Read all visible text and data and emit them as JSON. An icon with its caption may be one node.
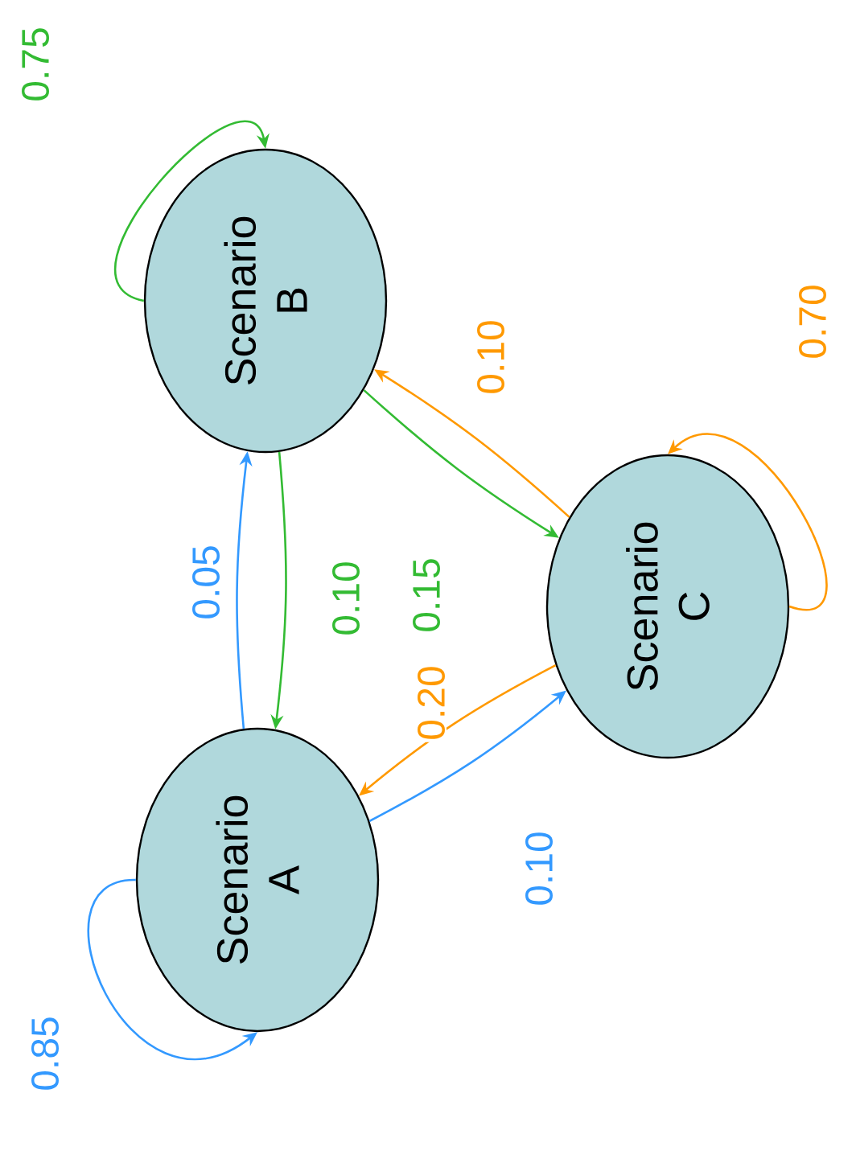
{
  "diagram": {
    "nodes": [
      {
        "text": [
          "Scenario A"
        ]
      },
      {
        "text": [
          "Scenario B"
        ]
      },
      {
        "text": [
          "Scenario C"
        ]
      }
    ],
    "edges": [
      {
        "from": 0,
        "to": 0,
        "arrow": "to",
        "label": "0.85",
        "color": "#3399ff"
      },
      {
        "from": 0,
        "to": 1,
        "arrow": "to",
        "label": "0.05",
        "color": "#3399ff"
      },
      {
        "from": 0,
        "to": 2,
        "arrow": "to",
        "label": "0.10",
        "color": "#3399ff"
      },
      {
        "from": 1,
        "to": 1,
        "arrow": "to",
        "label": "0.75",
        "color": "#33bb33"
      },
      {
        "from": 1,
        "to": 0,
        "arrow": "to",
        "label": "0.10",
        "color": "#33bb33"
      },
      {
        "from": 1,
        "to": 2,
        "arrow": "to",
        "label": "0.15",
        "color": "#33bb33"
      },
      {
        "from": 2,
        "to": 2,
        "arrow": "to",
        "label": "0.70",
        "color": "#ff9900"
      },
      {
        "from": 2,
        "to": 1,
        "arrow": "to",
        "label": "0.10",
        "color": "#ff9900"
      },
      {
        "from": 2,
        "to": 0,
        "arrow": "to",
        "label": "0.20",
        "color": "#ff9900"
      }
    ]
  }
}
